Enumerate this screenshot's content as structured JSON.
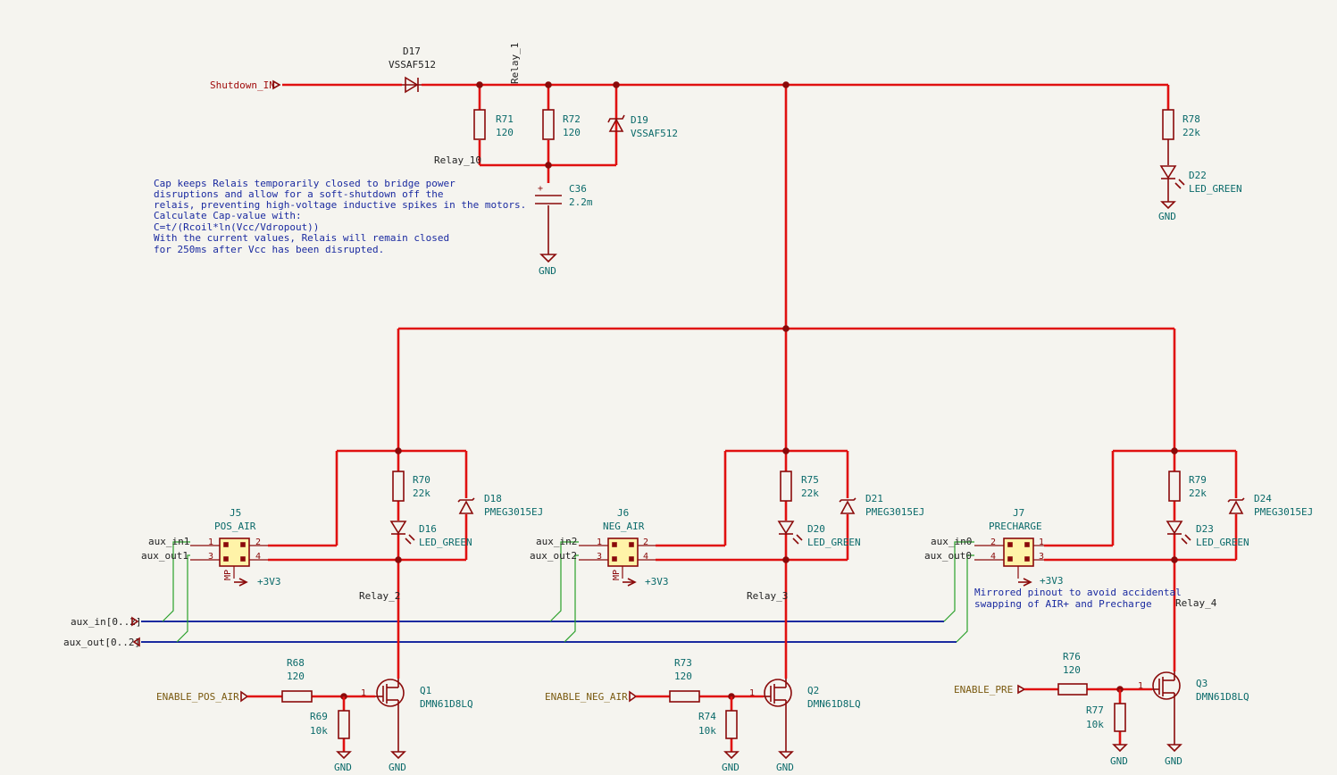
{
  "labels": {
    "shutdown": "Shutdown_IN",
    "relay_1": "Relay_1",
    "relay_10": "Relay_10",
    "relay_2": "Relay_2",
    "relay_3": "Relay_3",
    "relay_4": "Relay_4",
    "aux_in_bus": "aux_in[0..2]",
    "aux_out_bus": "aux_out[0..2]",
    "aux_in1": "aux_in1",
    "aux_out1": "aux_out1",
    "aux_in2": "aux_in2",
    "aux_out2": "aux_out2",
    "aux_in0": "aux_in0",
    "aux_out0": "aux_out0",
    "en_pos": "ENABLE_POS_AIR",
    "en_neg": "ENABLE_NEG_AIR",
    "en_pre": "ENABLE_PRE"
  },
  "components": {
    "d17_ref": "D17",
    "d17_val": "VSSAF512",
    "r71_ref": "R71",
    "r71_val": "120",
    "r72_ref": "R72",
    "r72_val": "120",
    "d19_ref": "D19",
    "d19_val": "VSSAF512",
    "c36_ref": "C36",
    "c36_val": "2.2m",
    "r78_ref": "R78",
    "r78_val": "22k",
    "d22_ref": "D22",
    "d22_val": "LED_GREEN",
    "j5_ref": "J5",
    "j5_val": "POS_AIR",
    "j6_ref": "J6",
    "j6_val": "NEG_AIR",
    "j7_ref": "J7",
    "j7_val": "PRECHARGE",
    "r70_ref": "R70",
    "r70_val": "22k",
    "r75_ref": "R75",
    "r75_val": "22k",
    "r79_ref": "R79",
    "r79_val": "22k",
    "d16_ref": "D16",
    "d16_val": "LED_GREEN",
    "d20_ref": "D20",
    "d20_val": "LED_GREEN",
    "d23_ref": "D23",
    "d23_val": "LED_GREEN",
    "d18_ref": "D18",
    "d18_val": "PMEG3015EJ",
    "d21_ref": "D21",
    "d21_val": "PMEG3015EJ",
    "d24_ref": "D24",
    "d24_val": "PMEG3015EJ",
    "r68_ref": "R68",
    "r68_val": "120",
    "r73_ref": "R73",
    "r73_val": "120",
    "r76_ref": "R76",
    "r76_val": "120",
    "r69_ref": "R69",
    "r69_val": "10k",
    "r74_ref": "R74",
    "r74_val": "10k",
    "r77_ref": "R77",
    "r77_val": "10k",
    "q1_ref": "Q1",
    "q1_val": "DMN61D8LQ",
    "q2_ref": "Q2",
    "q2_val": "DMN61D8LQ",
    "q3_ref": "Q3",
    "q3_val": "DMN61D8LQ"
  },
  "power": {
    "gnd": "GND",
    "v33": "+3V3",
    "mp": "MP"
  },
  "pins": {
    "p1": "1",
    "p2": "2",
    "p3": "3",
    "p4": "4"
  },
  "notes": {
    "cap_note": [
      "Cap keeps Relais temporarily closed to bridge power",
      "disruptions and allow for a soft-shutdown off the",
      "relais, preventing high-voltage inductive spikes in the motors.",
      "Calculate Cap-value with:",
      "C=t/(Rcoil*ln(Vcc/Vdropout))",
      "With the current values, Relais will remain closed",
      "for 250ms after Vcc has been disrupted."
    ],
    "mirror_note": [
      "Mirrored pinout to avoid accidental",
      "swapping of AIR+ and Precharge"
    ]
  },
  "colors": {
    "wire": "#e01010",
    "bus": "#1a2aa0",
    "bus_entry": "#2aa02a",
    "symbol": "#8a0a0a",
    "connector_fill": "#fff3a8",
    "background": "#f5f4ef"
  }
}
